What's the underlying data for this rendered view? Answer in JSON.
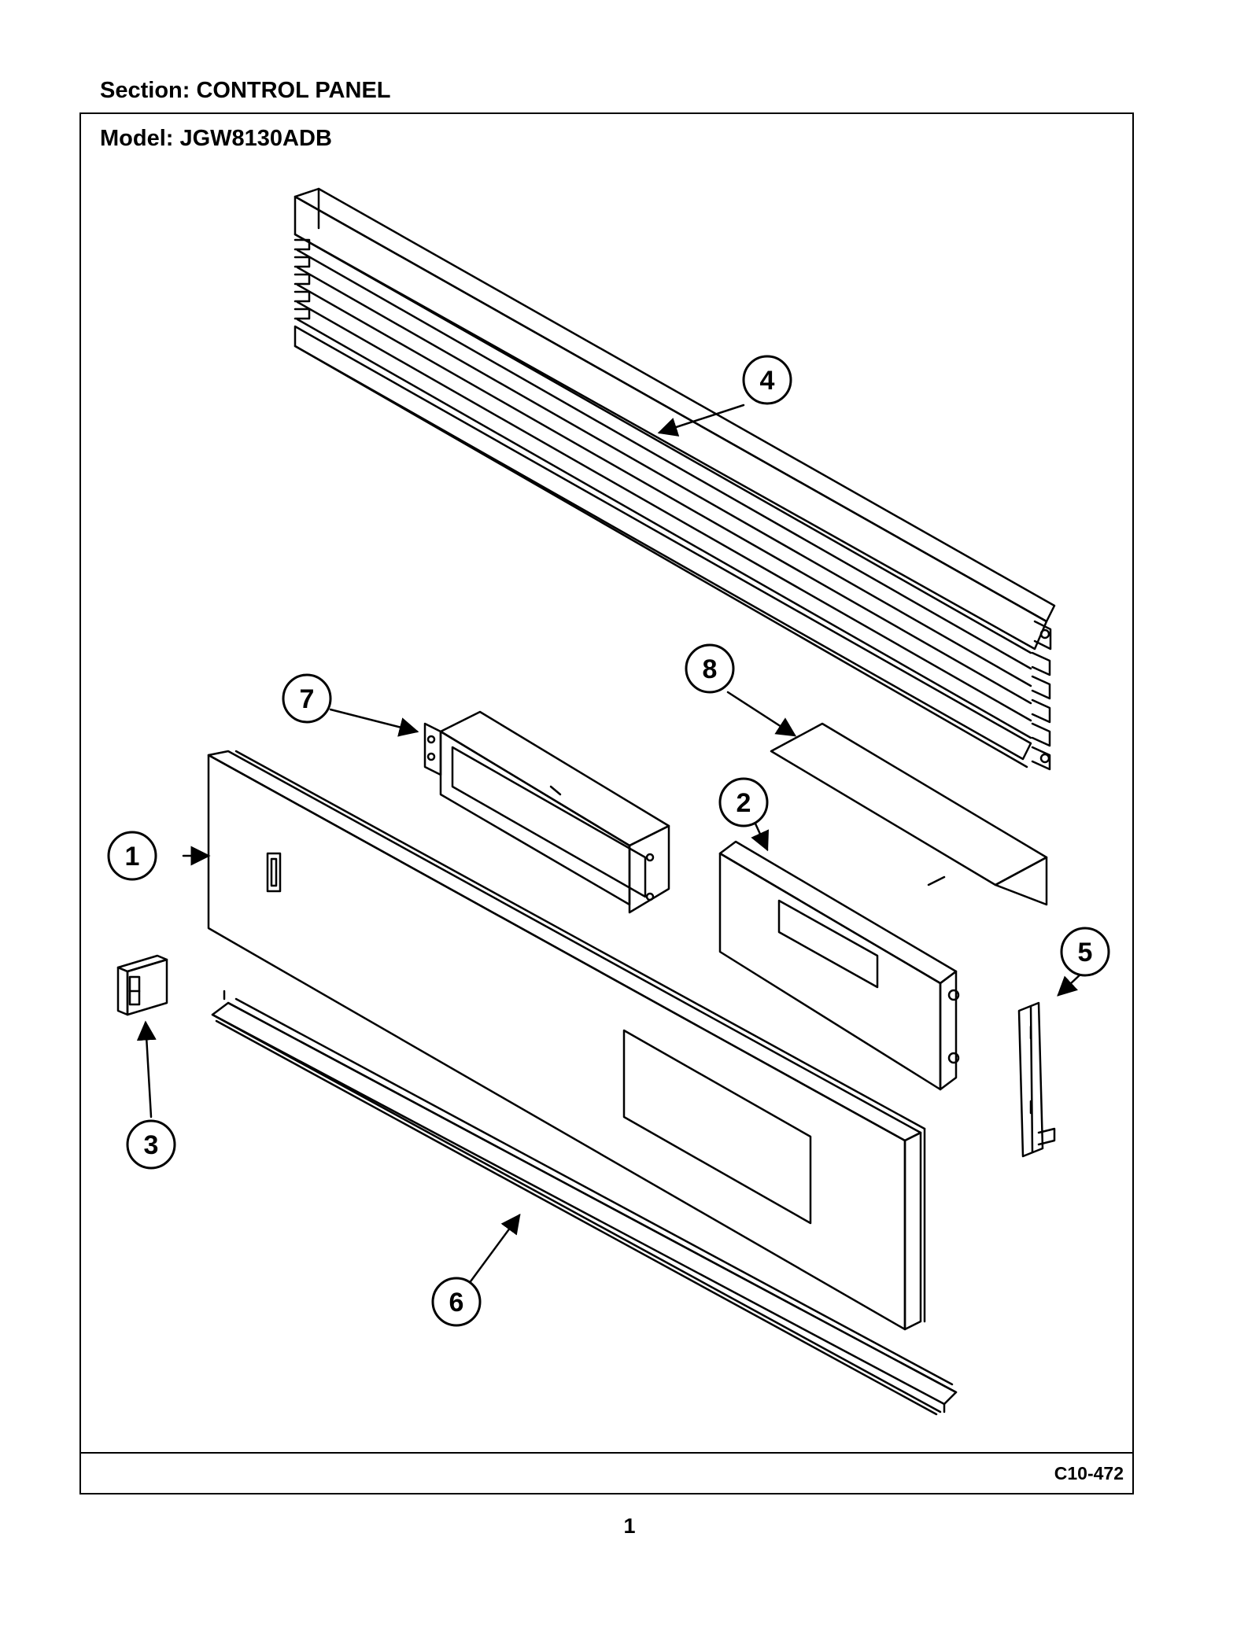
{
  "header": {
    "section": "Section:  CONTROL PANEL"
  },
  "frame": {
    "model": "Model:  JGW8130ADB",
    "diagram_code": "C10-472"
  },
  "page_number": "1",
  "callouts": [
    {
      "id": "callout-1",
      "label": "1"
    },
    {
      "id": "callout-2",
      "label": "2"
    },
    {
      "id": "callout-3",
      "label": "3"
    },
    {
      "id": "callout-4",
      "label": "4"
    },
    {
      "id": "callout-5",
      "label": "5"
    },
    {
      "id": "callout-6",
      "label": "6"
    },
    {
      "id": "callout-7",
      "label": "7"
    },
    {
      "id": "callout-8",
      "label": "8"
    }
  ]
}
